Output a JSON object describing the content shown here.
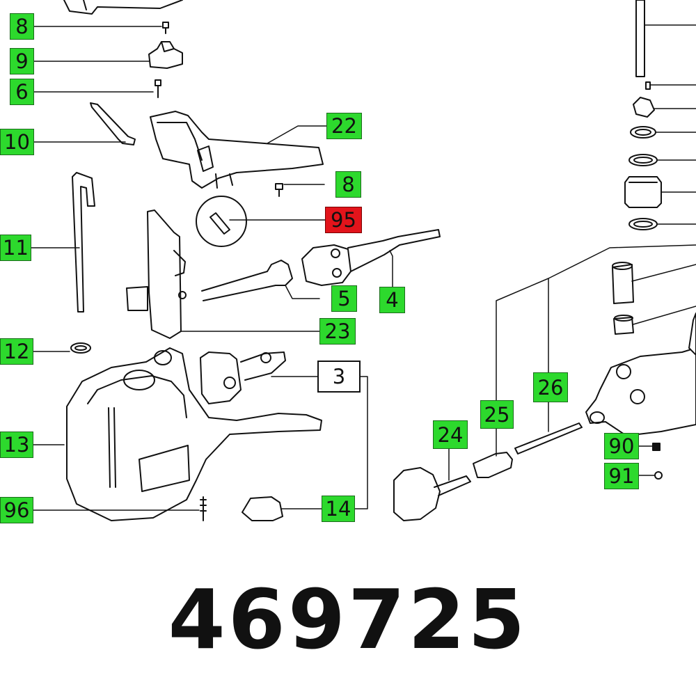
{
  "callouts": [
    {
      "id": "8",
      "label": "8",
      "style": "green"
    },
    {
      "id": "9",
      "label": "9",
      "style": "green"
    },
    {
      "id": "6",
      "label": "6",
      "style": "green"
    },
    {
      "id": "10",
      "label": "10",
      "style": "green"
    },
    {
      "id": "11",
      "label": "11",
      "style": "green"
    },
    {
      "id": "12",
      "label": "12",
      "style": "green"
    },
    {
      "id": "13",
      "label": "13",
      "style": "green"
    },
    {
      "id": "96",
      "label": "96",
      "style": "green"
    },
    {
      "id": "22",
      "label": "22",
      "style": "green"
    },
    {
      "id": "8b",
      "label": "8",
      "style": "green"
    },
    {
      "id": "95",
      "label": "95",
      "style": "red"
    },
    {
      "id": "5",
      "label": "5",
      "style": "green"
    },
    {
      "id": "4",
      "label": "4",
      "style": "green"
    },
    {
      "id": "23",
      "label": "23",
      "style": "green"
    },
    {
      "id": "3",
      "label": "3",
      "style": "white"
    },
    {
      "id": "14",
      "label": "14",
      "style": "green"
    },
    {
      "id": "24",
      "label": "24",
      "style": "green"
    },
    {
      "id": "25",
      "label": "25",
      "style": "green"
    },
    {
      "id": "26",
      "label": "26",
      "style": "green"
    },
    {
      "id": "90",
      "label": "90",
      "style": "green"
    },
    {
      "id": "91",
      "label": "91",
      "style": "green"
    }
  ],
  "part_number": "469725",
  "colors": {
    "callout_green": "#2dd92d",
    "highlight_red": "#e2141b",
    "line": "#111111"
  }
}
